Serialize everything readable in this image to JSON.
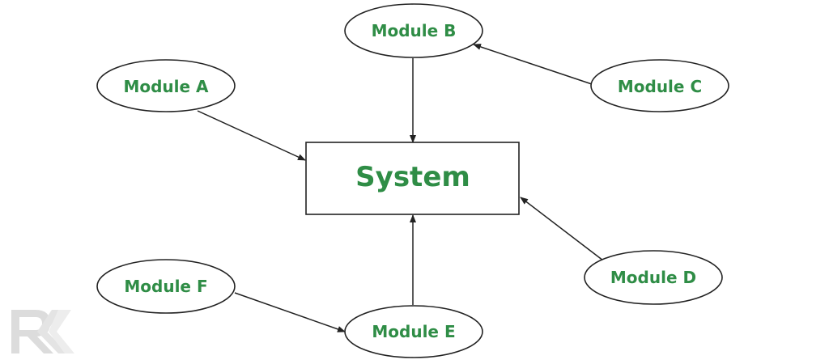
{
  "colors": {
    "label": "#2f8d46",
    "stroke": "#222222",
    "watermark": "#d6d6d6"
  },
  "nodes": {
    "system": {
      "label": "System",
      "shape": "rectangle"
    },
    "module_a": {
      "label": "Module A",
      "shape": "ellipse"
    },
    "module_b": {
      "label": "Module B",
      "shape": "ellipse"
    },
    "module_c": {
      "label": "Module C",
      "shape": "ellipse"
    },
    "module_d": {
      "label": "Module D",
      "shape": "ellipse"
    },
    "module_e": {
      "label": "Module E",
      "shape": "ellipse"
    },
    "module_f": {
      "label": "Module F",
      "shape": "ellipse"
    }
  },
  "edges": [
    {
      "from": "module_a",
      "to": "system"
    },
    {
      "from": "module_b",
      "to": "system"
    },
    {
      "from": "module_c",
      "to": "module_b"
    },
    {
      "from": "module_d",
      "to": "system"
    },
    {
      "from": "module_e",
      "to": "system"
    },
    {
      "from": "module_f",
      "to": "module_e"
    }
  ],
  "watermark": {
    "text": "RK",
    "icon": "rk-logo-icon"
  }
}
